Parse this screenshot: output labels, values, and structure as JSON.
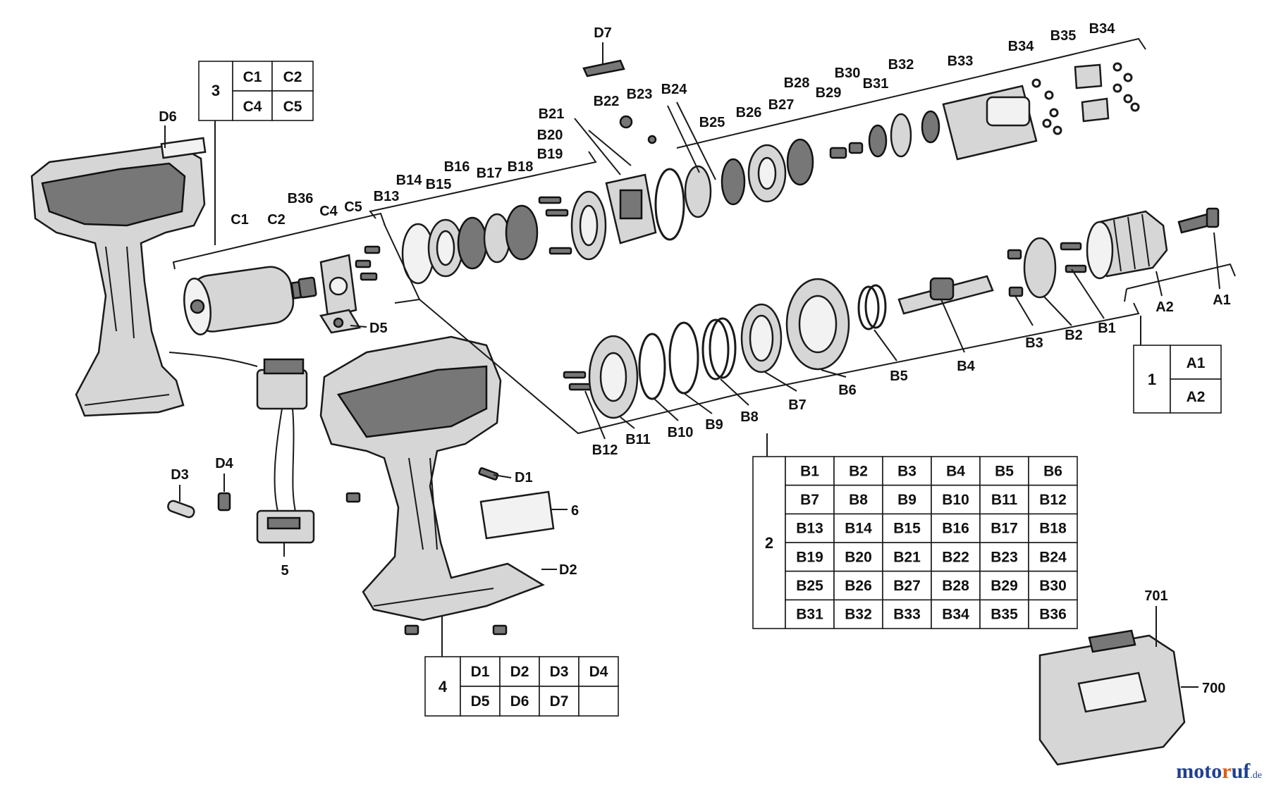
{
  "labels": {
    "D7": "D7",
    "D6": "D6",
    "D5": "D5",
    "D4": "D4",
    "D3": "D3",
    "D2": "D2",
    "D1": "D1",
    "C1": "C1",
    "C2": "C2",
    "C4": "C4",
    "C5": "C5",
    "B36": "B36",
    "B35": "B35",
    "B34a": "B34",
    "B34b": "B34",
    "B33": "B33",
    "B32": "B32",
    "B31": "B31",
    "B30": "B30",
    "B29": "B29",
    "B28": "B28",
    "B27": "B27",
    "B26": "B26",
    "B25": "B25",
    "B24": "B24",
    "B23": "B23",
    "B22": "B22",
    "B21": "B21",
    "B20": "B20",
    "B19": "B19",
    "B18": "B18",
    "B17": "B17",
    "B16": "B16",
    "B15": "B15",
    "B14": "B14",
    "B13": "B13",
    "B12": "B12",
    "B11": "B11",
    "B10": "B10",
    "B9": "B9",
    "B8": "B8",
    "B7": "B7",
    "B6": "B6",
    "B5": "B5",
    "B4": "B4",
    "B3": "B3",
    "B2": "B2",
    "B1": "B1",
    "A1": "A1",
    "A2": "A2",
    "p5": "5",
    "p6": "6",
    "p700": "700",
    "p701": "701"
  },
  "tables": {
    "group1": {
      "num": "1",
      "cells": [
        "A1",
        "A2"
      ]
    },
    "group2": {
      "num": "2",
      "cells": [
        "B1",
        "B2",
        "B3",
        "B4",
        "B5",
        "B6",
        "B7",
        "B8",
        "B9",
        "B10",
        "B11",
        "B12",
        "B13",
        "B14",
        "B15",
        "B16",
        "B17",
        "B18",
        "B19",
        "B20",
        "B21",
        "B22",
        "B23",
        "B24",
        "B25",
        "B26",
        "B27",
        "B28",
        "B29",
        "B30",
        "B31",
        "B32",
        "B33",
        "B34",
        "B35",
        "B36"
      ]
    },
    "group3": {
      "num": "3",
      "cells": [
        "C1",
        "C2",
        "C4",
        "C5"
      ]
    },
    "group4": {
      "num": "4",
      "cells": [
        "D1",
        "D2",
        "D3",
        "D4",
        "D5",
        "D6",
        "D7",
        ""
      ]
    }
  },
  "watermark": {
    "part1": "moto",
    "part2": "r",
    "part3": "uf",
    "part4": ".de"
  }
}
